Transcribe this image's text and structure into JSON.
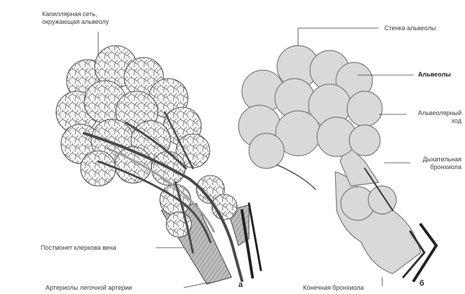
{
  "labels": {
    "capillary_net_line1": "Капиллярная сеть,",
    "capillary_net_line2": "окружающая альвеолу",
    "pulmonary_vein": "Постмонет клеркова вена",
    "pulmonary_artery": "Артериолы легочной артерии",
    "alveolar_wall": "Стенка альвеолы",
    "alveoli": "Альвеолы",
    "alveolar_duct_line1": "Альвеолярный",
    "alveolar_duct_line2": "ход",
    "resp_bronchiole_line1": "Дыхательная",
    "resp_bronchiole_line2": "бронхиола",
    "terminal_bronchiole": "Конечная бронхиола"
  },
  "panels": {
    "a": "а",
    "b": "б"
  },
  "colors": {
    "line": "#3a3a3a",
    "alveolus_fill_b": "#d9d9d9",
    "alveolus_stroke": "#7a7a7a",
    "vessel_dark": "#4a4a4a",
    "vessel_light": "#a8a8a8",
    "capillary_stroke": "#555555",
    "tube_fill": "#cfcfcf"
  }
}
